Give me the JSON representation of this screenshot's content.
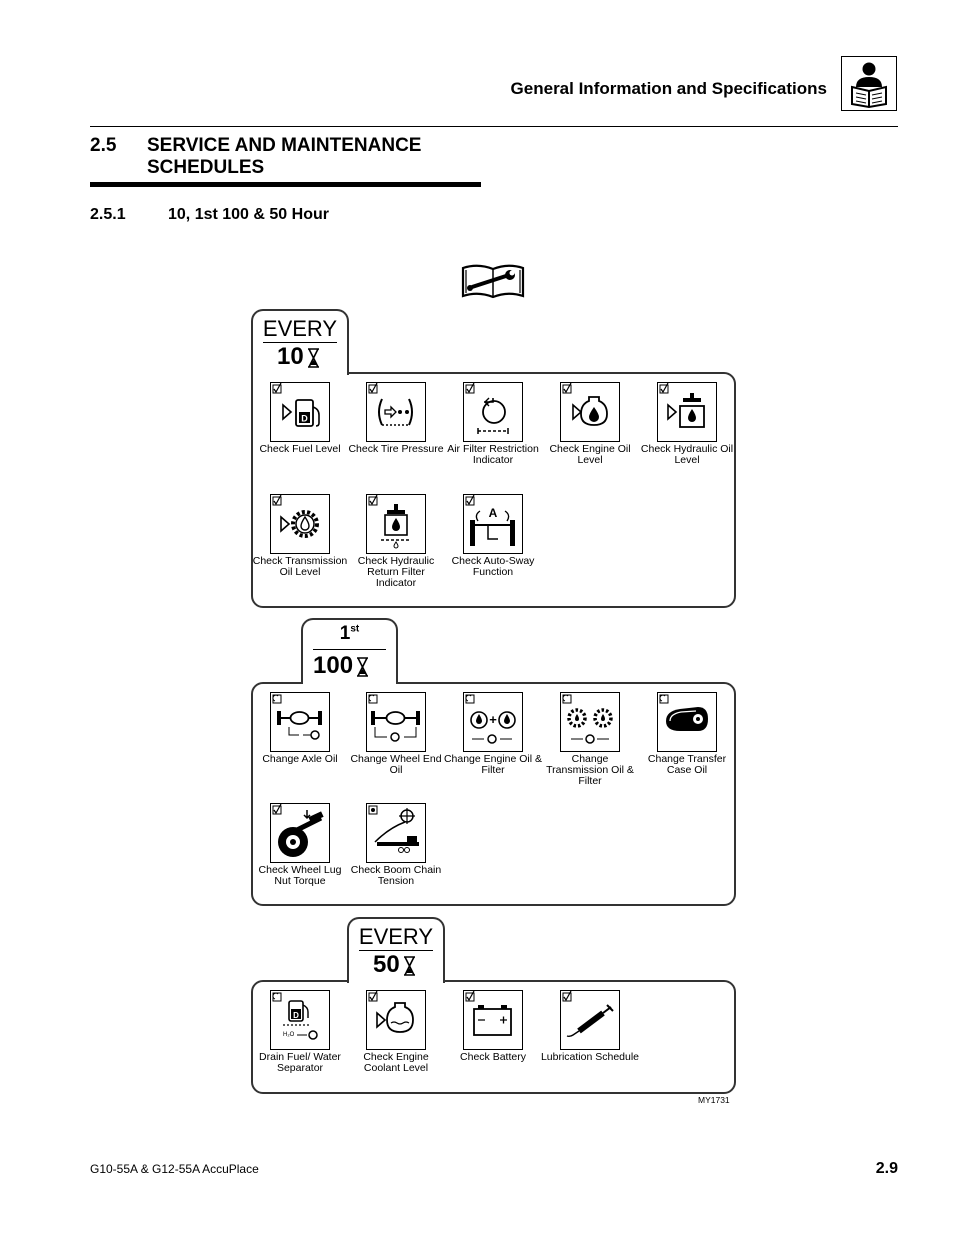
{
  "header": {
    "title": "General Information and Specifications"
  },
  "section": {
    "number": "2.5",
    "title": "SERVICE AND MAINTENANCE SCHEDULES"
  },
  "subsection": {
    "number": "2.5.1",
    "title": "10, 1st 100 & 50 Hour"
  },
  "panels": {
    "every10": {
      "label_top": "EVERY",
      "label_num": "10",
      "items": [
        {
          "label": "Check Fuel Level",
          "icon": "check-fuel-level-icon"
        },
        {
          "label": "Check Tire Pressure",
          "icon": "check-tire-pressure-icon"
        },
        {
          "label": "Air Filter Restriction Indicator",
          "icon": "air-filter-restriction-icon"
        },
        {
          "label": "Check Engine Oil Level",
          "icon": "check-engine-oil-icon"
        },
        {
          "label": "Check Hydraulic Oil Level",
          "icon": "check-hydraulic-oil-icon"
        },
        {
          "label": "Check Transmission Oil Level",
          "icon": "check-transmission-oil-icon"
        },
        {
          "label": "Check Hydraulic Return Filter Indicator",
          "icon": "check-hydraulic-return-filter-icon"
        },
        {
          "label": "Check Auto-Sway Function",
          "icon": "check-auto-sway-icon"
        }
      ]
    },
    "first100": {
      "label_num": "1",
      "label_sup": "st",
      "label_hours": "100",
      "items": [
        {
          "label": "Change Axle Oil",
          "icon": "change-axle-oil-icon"
        },
        {
          "label": "Change Wheel End Oil",
          "icon": "change-wheel-end-oil-icon"
        },
        {
          "label": "Change Engine Oil & Filter",
          "icon": "change-engine-oil-filter-icon"
        },
        {
          "label": "Change Transmission Oil & Filter",
          "icon": "change-transmission-oil-filter-icon"
        },
        {
          "label": "Change Transfer Case Oil",
          "icon": "change-transfer-case-oil-icon"
        },
        {
          "label": "Check Wheel Lug Nut Torque",
          "icon": "check-lug-nut-torque-icon"
        },
        {
          "label": "Check Boom Chain Tension",
          "icon": "check-boom-chain-tension-icon"
        }
      ]
    },
    "every50": {
      "label_top": "EVERY",
      "label_num": "50",
      "items": [
        {
          "label": "Drain Fuel/ Water Separator",
          "icon": "drain-fuel-water-separator-icon"
        },
        {
          "label": "Check Engine Coolant Level",
          "icon": "check-engine-coolant-icon"
        },
        {
          "label": "Check Battery",
          "icon": "check-battery-icon"
        },
        {
          "label": "Lubrication Schedule",
          "icon": "lubrication-schedule-icon"
        }
      ]
    }
  },
  "figure_code": "MY1731",
  "footer": {
    "model": "G10-55A & G12-55A AccuPlace",
    "page": "2.9"
  }
}
